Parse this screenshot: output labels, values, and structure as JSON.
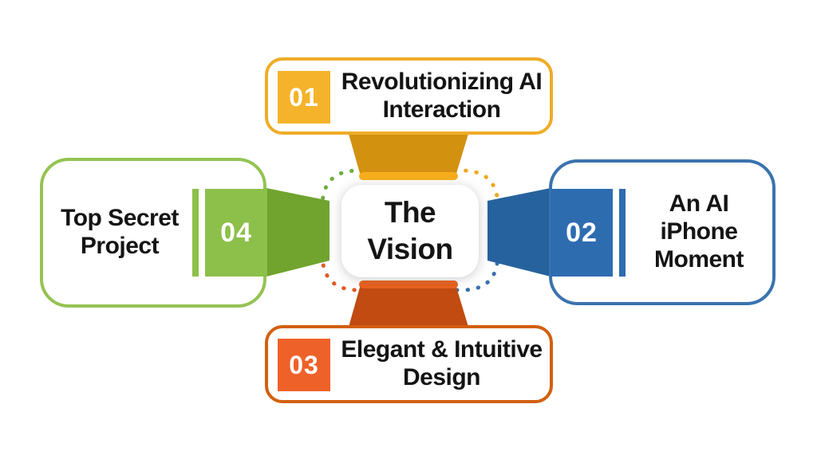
{
  "background_color": "#ffffff",
  "center": {
    "title": "The Vision",
    "fill": "#ffffff",
    "text_color": "#141414"
  },
  "items": [
    {
      "id": "01",
      "label": "Revolutionizing AI Interaction",
      "position": "top",
      "square_color": "#F5B32B",
      "border_color": "#EFAC28",
      "connector_color": "#D39110",
      "cap_color": "#F7AD1C"
    },
    {
      "id": "02",
      "label": "An AI iPhone Moment",
      "position": "right",
      "square_color": "#2E6CB0",
      "border_color": "#3B73AE",
      "connector_color": "#26639E"
    },
    {
      "id": "03",
      "label": "Elegant & Intuitive Design",
      "position": "bottom",
      "square_color": "#EE6129",
      "border_color": "#D2600F",
      "connector_color": "#C14B11",
      "cap_color": "#E8601D"
    },
    {
      "id": "04",
      "label": "Top Secret Project",
      "position": "left",
      "square_color": "#8DC04A",
      "border_color": "#94C353",
      "connector_color": "#70A42E"
    }
  ],
  "ring_dots": {
    "top_left": "#6FAE3E",
    "top_right": "#F0A71E",
    "bottom_right": "#3A6FAD",
    "bottom_left": "#E05A26"
  },
  "number_text_color": "#ffffff"
}
